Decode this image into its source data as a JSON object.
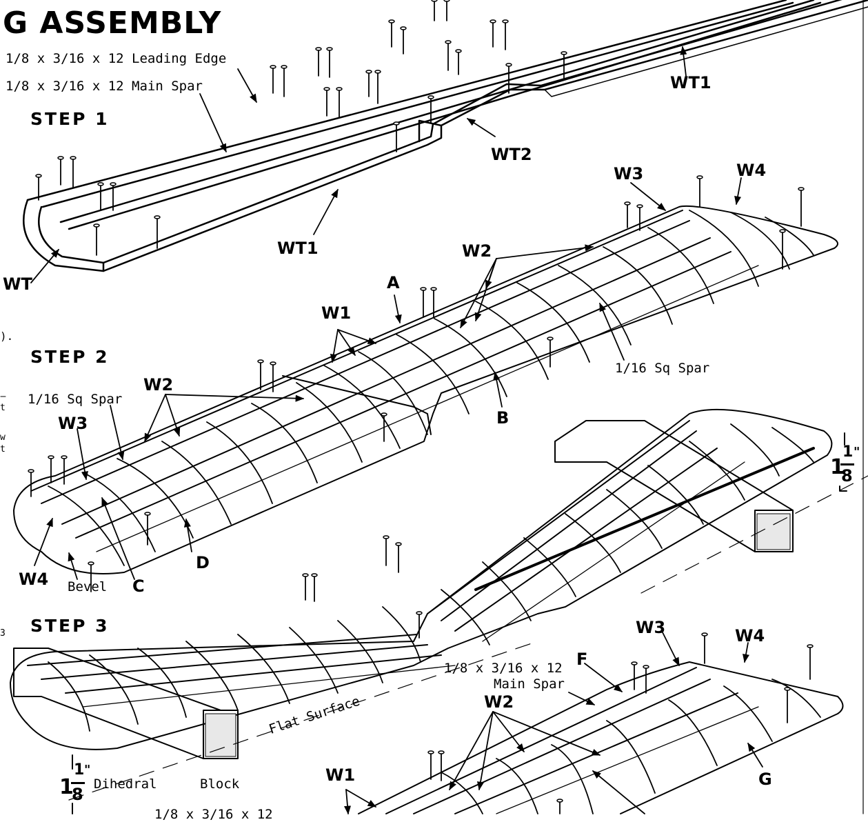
{
  "title": "G ASSEMBLY",
  "steps": [
    "STEP 1",
    "STEP 2",
    "STEP 3"
  ],
  "parts": {
    "leading_edge": "1/8 x 3/16 x 12 Leading Edge",
    "main_spar": "1/8 x 3/16 x 12 Main Spar",
    "wt": "WT",
    "wt1": "WT1",
    "wt2": "WT2",
    "w1": "W1",
    "w2": "W2",
    "w3": "W3",
    "w4": "W4",
    "a": "A",
    "b": "B",
    "c": "C",
    "d": "D",
    "f": "F",
    "g": "G",
    "sq_spar": "1/16 Sq Spar",
    "bevel": "Bevel",
    "flat_surface": "Flat Surface",
    "dihedral": "Dihedral",
    "block": "Block",
    "main_spar_line1": "1/8 x 3/16 x 12",
    "main_spar_line2": "Main Spar",
    "cut_off": "1/8 x 3/16 x 12"
  },
  "dihedral_height": {
    "whole": "1",
    "num": "1",
    "den": "8",
    "unit": "\""
  },
  "margin_fragments": [
    ").",
    "t",
    "w",
    "t",
    "3"
  ],
  "colors": {
    "ink": "#000000",
    "paper": "#ffffff"
  }
}
